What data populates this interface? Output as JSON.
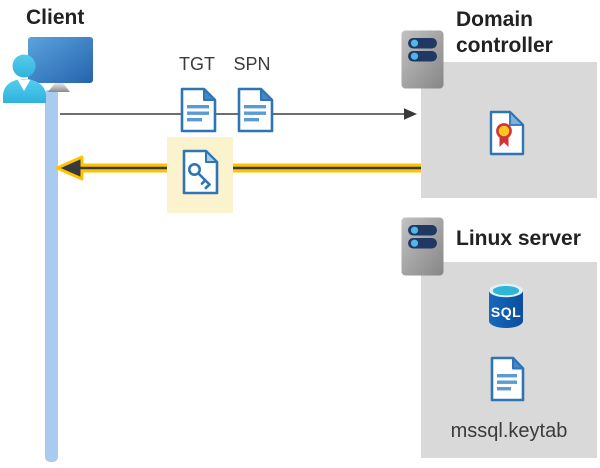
{
  "diagram": {
    "client": {
      "label": "Client"
    },
    "tickets": {
      "tgt_label": "TGT",
      "spn_label": "SPN"
    },
    "domain_controller": {
      "label": "Domain controller"
    },
    "linux_server": {
      "label": "Linux server",
      "keytab_file": "mssql.keytab"
    },
    "sql_database": {
      "label": "SQL"
    }
  },
  "icons": {
    "client": "user-at-workstation-icon",
    "domain_controller": "server-icon",
    "linux_server": "server-icon",
    "tgt": "ticket-document-icon",
    "spn": "ticket-document-icon",
    "session_key": "key-document-icon",
    "certificate": "certificate-icon",
    "database": "sql-database-icon",
    "keytab": "keytab-document-icon",
    "request": "right-arrow",
    "response": "left-arrow-highlighted"
  },
  "colors": {
    "panel_gray": "#D9D9D9",
    "lifeline_blue": "#A9CBEF",
    "highlight_yellow": "#FBF2CE",
    "arrow_yellow": "#FFC400",
    "arrow_gray": "#58595B",
    "arrowhead_dark": "#39393B",
    "doc_border_blue": "#2E75B6",
    "doc_line_blue": "#5B9BD5",
    "fold_blue": "#4587C8",
    "person_cyan": "#3EC3E8",
    "monitor_blue": "#2C6BB3",
    "server_bar_navy": "#1F3864",
    "server_dot_cyan": "#4FB8E8",
    "sql_body_blue": "#0D5CB0",
    "sql_top_cyan": "#2FB5D8",
    "cert_gold": "#FFC61E",
    "cert_red": "#D13438"
  }
}
